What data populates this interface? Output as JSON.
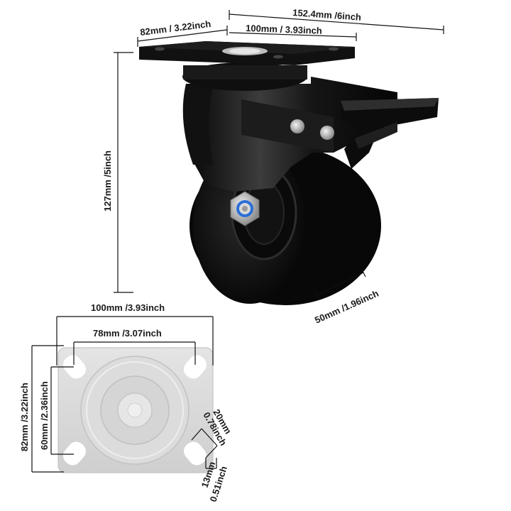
{
  "caster": {
    "colors": {
      "body": "#0d0d0d",
      "body_highlight": "#3a3a3a",
      "plate_bottom": "#d8d8d8",
      "plate_bottom_edge": "#bfbfbf",
      "hole": "#ffffff",
      "bolt": "#c7c7c7",
      "dimension_line": "#111111",
      "dimension_text": "#1a1a1a"
    }
  },
  "dimensions": {
    "top_plate_width": "82mm / 3.22inch",
    "overall_length": "152.4mm /6inch",
    "top_plate_length": "100mm / 3.93inch",
    "height": "127mm /5inch",
    "wheel_width": "50mm /1.96inch"
  },
  "plate_view": {
    "width": "100mm /3.93inch",
    "hole_spacing_x": "78mm /3.07inch",
    "height": "82mm /3.22inch",
    "hole_spacing_y": "60mm /2.36inch",
    "slot_length_mm": "20mm",
    "slot_length_in": "0.78inch",
    "slot_width_mm": "13mm",
    "slot_width_in": "0.51inch"
  }
}
